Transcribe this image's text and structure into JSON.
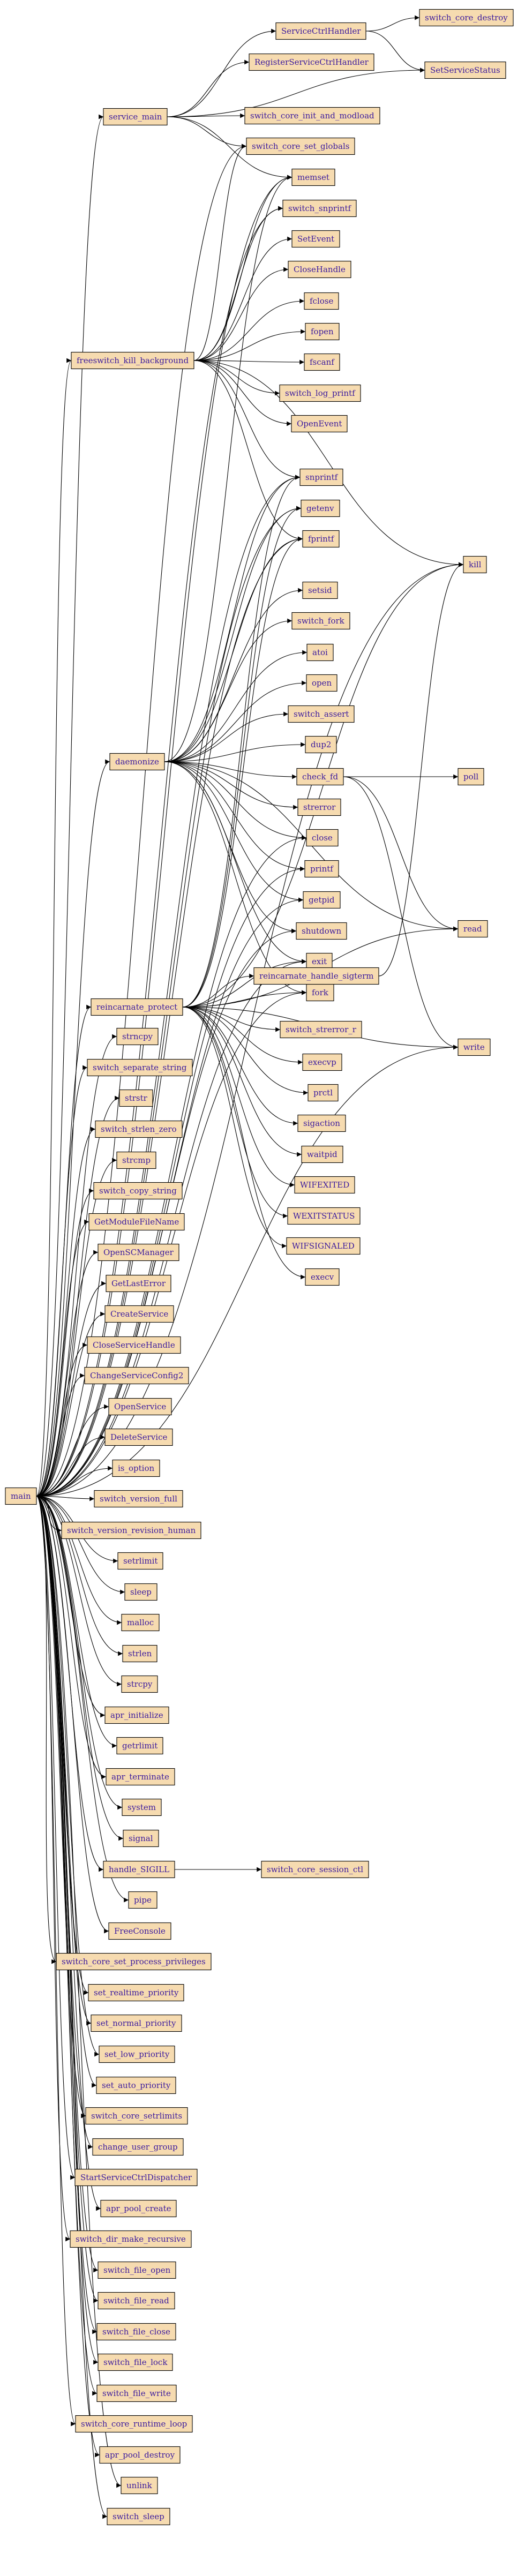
{
  "colors": {
    "node_fill": "#f6dbb0",
    "node_stroke": "#000000",
    "label": "#3b1a9e",
    "edge": "#000000"
  },
  "nodes": {
    "main": "main",
    "service_main": "service_main",
    "freeswitch_kill_background": "freeswitch_kill_background",
    "daemonize": "daemonize",
    "reincarnate_protect": "reincarnate_protect",
    "ServiceCtrlHandler": "ServiceCtrlHandler",
    "switch_core_destroy": "switch_core_destroy",
    "RegisterServiceCtrlHandler": "RegisterServiceCtrlHandler",
    "SetServiceStatus": "SetServiceStatus",
    "switch_core_init_and_modload": "switch_core_init_and_modload",
    "switch_core_set_globals": "switch_core_set_globals",
    "memset": "memset",
    "switch_snprintf": "switch_snprintf",
    "SetEvent": "SetEvent",
    "CloseHandle": "CloseHandle",
    "fclose": "fclose",
    "fopen": "fopen",
    "fscanf": "fscanf",
    "switch_log_printf": "switch_log_printf",
    "OpenEvent": "OpenEvent",
    "snprintf": "snprintf",
    "getenv": "getenv",
    "fprintf": "fprintf",
    "kill": "kill",
    "setsid": "setsid",
    "switch_fork": "switch_fork",
    "atoi": "atoi",
    "open": "open",
    "switch_assert": "switch_assert",
    "dup2": "dup2",
    "check_fd": "check_fd",
    "poll": "poll",
    "strerror": "strerror",
    "close": "close",
    "printf": "printf",
    "getpid": "getpid",
    "shutdown": "shutdown",
    "read": "read",
    "exit": "exit",
    "fork": "fork",
    "reincarnate_handle_sigterm": "reincarnate_handle_sigterm",
    "switch_strerror_r": "switch_strerror_r",
    "execvp": "execvp",
    "write": "write",
    "prctl": "prctl",
    "sigaction": "sigaction",
    "waitpid": "waitpid",
    "WIFEXITED": "WIFEXITED",
    "WEXITSTATUS": "WEXITSTATUS",
    "WIFSIGNALED": "WIFSIGNALED",
    "execv": "execv",
    "strncpy": "strncpy",
    "switch_separate_string": "switch_separate_string",
    "strstr": "strstr",
    "switch_strlen_zero": "switch_strlen_zero",
    "strcmp": "strcmp",
    "switch_copy_string": "switch_copy_string",
    "GetModuleFileName": "GetModuleFileName",
    "OpenSCManager": "OpenSCManager",
    "GetLastError": "GetLastError",
    "CreateService": "CreateService",
    "CloseServiceHandle": "CloseServiceHandle",
    "ChangeServiceConfig2": "ChangeServiceConfig2",
    "OpenService": "OpenService",
    "DeleteService": "DeleteService",
    "is_option": "is_option",
    "switch_version_full": "switch_version_full",
    "switch_version_revision_human": "switch_version_revision_human",
    "setrlimit": "setrlimit",
    "sleep": "sleep",
    "malloc": "malloc",
    "strlen": "strlen",
    "strcpy": "strcpy",
    "apr_initialize": "apr_initialize",
    "getrlimit": "getrlimit",
    "apr_terminate": "apr_terminate",
    "system": "system",
    "signal": "signal",
    "handle_SIGILL": "handle_SIGILL",
    "switch_core_session_ctl": "switch_core_session_ctl",
    "pipe": "pipe",
    "FreeConsole": "FreeConsole",
    "switch_core_set_process_privileges": "switch_core_set_process_privileges",
    "set_realtime_priority": "set_realtime_priority",
    "set_normal_priority": "set_normal_priority",
    "set_low_priority": "set_low_priority",
    "set_auto_priority": "set_auto_priority",
    "switch_core_setrlimits": "switch_core_setrlimits",
    "change_user_group": "change_user_group",
    "StartServiceCtrlDispatcher": "StartServiceCtrlDispatcher",
    "apr_pool_create": "apr_pool_create",
    "switch_dir_make_recursive": "switch_dir_make_recursive",
    "switch_file_open": "switch_file_open",
    "switch_file_read": "switch_file_read",
    "switch_file_close": "switch_file_close",
    "switch_file_lock": "switch_file_lock",
    "switch_file_write": "switch_file_write",
    "switch_core_runtime_loop": "switch_core_runtime_loop",
    "apr_pool_destroy": "apr_pool_destroy",
    "unlink": "unlink",
    "switch_sleep": "switch_sleep"
  },
  "edges": [
    [
      "main",
      "service_main"
    ],
    [
      "main",
      "freeswitch_kill_background"
    ],
    [
      "main",
      "daemonize"
    ],
    [
      "main",
      "reincarnate_protect"
    ],
    [
      "main",
      "memset"
    ],
    [
      "main",
      "switch_snprintf"
    ],
    [
      "main",
      "snprintf"
    ],
    [
      "main",
      "getenv"
    ],
    [
      "main",
      "fprintf"
    ],
    [
      "main",
      "kill"
    ],
    [
      "main",
      "printf"
    ],
    [
      "main",
      "exit"
    ],
    [
      "main",
      "fork"
    ],
    [
      "main",
      "close"
    ],
    [
      "main",
      "getpid"
    ],
    [
      "main",
      "shutdown"
    ],
    [
      "main",
      "write"
    ],
    [
      "main",
      "strncpy"
    ],
    [
      "main",
      "switch_separate_string"
    ],
    [
      "main",
      "strstr"
    ],
    [
      "main",
      "switch_strlen_zero"
    ],
    [
      "main",
      "strcmp"
    ],
    [
      "main",
      "switch_copy_string"
    ],
    [
      "main",
      "GetModuleFileName"
    ],
    [
      "main",
      "OpenSCManager"
    ],
    [
      "main",
      "GetLastError"
    ],
    [
      "main",
      "CreateService"
    ],
    [
      "main",
      "CloseServiceHandle"
    ],
    [
      "main",
      "ChangeServiceConfig2"
    ],
    [
      "main",
      "OpenService"
    ],
    [
      "main",
      "DeleteService"
    ],
    [
      "main",
      "is_option"
    ],
    [
      "main",
      "switch_version_full"
    ],
    [
      "main",
      "switch_version_revision_human"
    ],
    [
      "main",
      "setrlimit"
    ],
    [
      "main",
      "sleep"
    ],
    [
      "main",
      "malloc"
    ],
    [
      "main",
      "strlen"
    ],
    [
      "main",
      "strcpy"
    ],
    [
      "main",
      "apr_initialize"
    ],
    [
      "main",
      "getrlimit"
    ],
    [
      "main",
      "apr_terminate"
    ],
    [
      "main",
      "system"
    ],
    [
      "main",
      "signal"
    ],
    [
      "main",
      "handle_SIGILL"
    ],
    [
      "main",
      "pipe"
    ],
    [
      "main",
      "FreeConsole"
    ],
    [
      "main",
      "switch_core_set_process_privileges"
    ],
    [
      "main",
      "set_realtime_priority"
    ],
    [
      "main",
      "set_normal_priority"
    ],
    [
      "main",
      "set_low_priority"
    ],
    [
      "main",
      "set_auto_priority"
    ],
    [
      "main",
      "switch_core_setrlimits"
    ],
    [
      "main",
      "change_user_group"
    ],
    [
      "main",
      "StartServiceCtrlDispatcher"
    ],
    [
      "main",
      "apr_pool_create"
    ],
    [
      "main",
      "switch_dir_make_recursive"
    ],
    [
      "main",
      "switch_file_open"
    ],
    [
      "main",
      "switch_file_read"
    ],
    [
      "main",
      "switch_file_close"
    ],
    [
      "main",
      "switch_file_lock"
    ],
    [
      "main",
      "switch_file_write"
    ],
    [
      "main",
      "switch_core_runtime_loop"
    ],
    [
      "main",
      "apr_pool_destroy"
    ],
    [
      "main",
      "unlink"
    ],
    [
      "main",
      "switch_sleep"
    ],
    [
      "main",
      "switch_core_set_globals"
    ],
    [
      "service_main",
      "ServiceCtrlHandler"
    ],
    [
      "service_main",
      "RegisterServiceCtrlHandler"
    ],
    [
      "service_main",
      "SetServiceStatus"
    ],
    [
      "service_main",
      "switch_core_init_and_modload"
    ],
    [
      "service_main",
      "switch_core_set_globals"
    ],
    [
      "service_main",
      "memset"
    ],
    [
      "ServiceCtrlHandler",
      "switch_core_destroy"
    ],
    [
      "ServiceCtrlHandler",
      "SetServiceStatus"
    ],
    [
      "freeswitch_kill_background",
      "memset"
    ],
    [
      "freeswitch_kill_background",
      "switch_snprintf"
    ],
    [
      "freeswitch_kill_background",
      "SetEvent"
    ],
    [
      "freeswitch_kill_background",
      "CloseHandle"
    ],
    [
      "freeswitch_kill_background",
      "fclose"
    ],
    [
      "freeswitch_kill_background",
      "fopen"
    ],
    [
      "freeswitch_kill_background",
      "fscanf"
    ],
    [
      "freeswitch_kill_background",
      "switch_log_printf"
    ],
    [
      "freeswitch_kill_background",
      "OpenEvent"
    ],
    [
      "freeswitch_kill_background",
      "snprintf"
    ],
    [
      "freeswitch_kill_background",
      "fprintf"
    ],
    [
      "freeswitch_kill_background",
      "kill"
    ],
    [
      "freeswitch_kill_background",
      "switch_core_set_globals"
    ],
    [
      "daemonize",
      "setsid"
    ],
    [
      "daemonize",
      "switch_fork"
    ],
    [
      "daemonize",
      "atoi"
    ],
    [
      "daemonize",
      "open"
    ],
    [
      "daemonize",
      "switch_assert"
    ],
    [
      "daemonize",
      "dup2"
    ],
    [
      "daemonize",
      "check_fd"
    ],
    [
      "daemonize",
      "strerror"
    ],
    [
      "daemonize",
      "close"
    ],
    [
      "daemonize",
      "printf"
    ],
    [
      "daemonize",
      "getpid"
    ],
    [
      "daemonize",
      "shutdown"
    ],
    [
      "daemonize",
      "exit"
    ],
    [
      "daemonize",
      "fork"
    ],
    [
      "daemonize",
      "read"
    ],
    [
      "daemonize",
      "snprintf"
    ],
    [
      "daemonize",
      "getenv"
    ],
    [
      "daemonize",
      "fprintf"
    ],
    [
      "daemonize",
      "memset"
    ],
    [
      "check_fd",
      "poll"
    ],
    [
      "check_fd",
      "read"
    ],
    [
      "check_fd",
      "write"
    ],
    [
      "reincarnate_protect",
      "reincarnate_handle_sigterm"
    ],
    [
      "reincarnate_protect",
      "switch_strerror_r"
    ],
    [
      "reincarnate_protect",
      "execvp"
    ],
    [
      "reincarnate_protect",
      "prctl"
    ],
    [
      "reincarnate_protect",
      "sigaction"
    ],
    [
      "reincarnate_protect",
      "waitpid"
    ],
    [
      "reincarnate_protect",
      "WIFEXITED"
    ],
    [
      "reincarnate_protect",
      "WEXITSTATUS"
    ],
    [
      "reincarnate_protect",
      "WIFSIGNALED"
    ],
    [
      "reincarnate_protect",
      "execv"
    ],
    [
      "reincarnate_protect",
      "fork"
    ],
    [
      "reincarnate_protect",
      "exit"
    ],
    [
      "reincarnate_protect",
      "fprintf"
    ],
    [
      "reincarnate_protect",
      "getenv"
    ],
    [
      "reincarnate_protect",
      "snprintf"
    ],
    [
      "reincarnate_protect",
      "read"
    ],
    [
      "reincarnate_protect",
      "write"
    ],
    [
      "reincarnate_protect",
      "kill"
    ],
    [
      "reincarnate_handle_sigterm",
      "kill"
    ],
    [
      "handle_SIGILL",
      "switch_core_session_ctl"
    ]
  ]
}
